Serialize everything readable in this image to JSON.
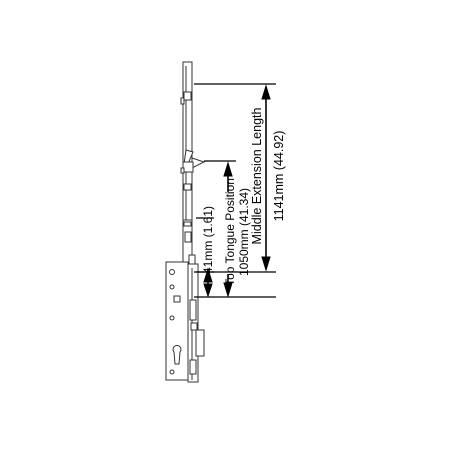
{
  "dimensions": {
    "middle_extension": {
      "label": "Middle Extension Length",
      "value": "1141mm (44.92)"
    },
    "top_tongue": {
      "label": "Top Tongue Position",
      "value": "1050mm (41.34)"
    },
    "small_gap": {
      "value": "41mm (1.61)"
    }
  },
  "colors": {
    "line": "#000000",
    "outline": "#333333",
    "fill": "#ffffff"
  }
}
